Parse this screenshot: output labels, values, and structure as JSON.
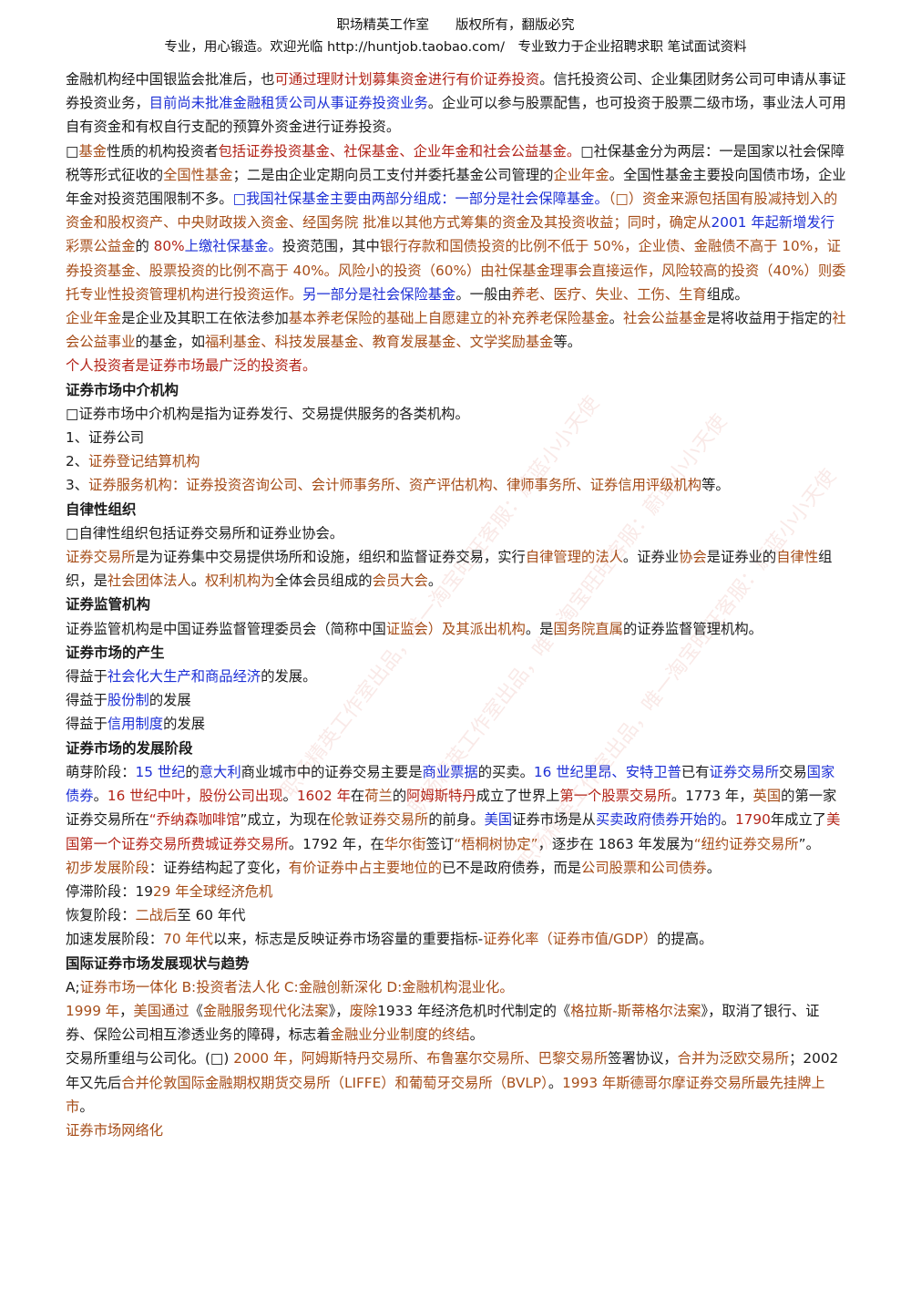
{
  "header": {
    "line1": "职场精英工作室　　版权所有，翻版必究",
    "line2": "专业，用心锻造。欢迎光临 http://huntjob.taobao.com/　专业致力于企业招聘求职 笔试面试资料"
  },
  "watermark": {
    "text": "职场精英工作室出品，唯一淘宝旺旺客服：蔚蓝小小天使"
  },
  "colors": {
    "red": "#b32418",
    "brown": "#a64d18",
    "blue": "#1c2fd6"
  },
  "blocks": [
    {
      "type": "p",
      "runs": [
        [
          "金融机构经中国银监会批准后，也",
          ""
        ],
        [
          "可通过理财计划募集资金进行有价证券投资",
          "red"
        ],
        [
          "。信托投资公司、企业集团财务公司可申请从事证券投资业务，",
          ""
        ],
        [
          "目前尚未批准金融租赁公司从事证券投资业务",
          "blue"
        ],
        [
          "。企业可以参与股票配售，也可投资于股票二级市场，事业法人可用自有资金和有权自行支配的预算外资金进行证券投资。",
          ""
        ]
      ]
    },
    {
      "type": "p",
      "runs": [
        [
          "□",
          ""
        ],
        [
          "基金",
          "brown"
        ],
        [
          "性质的机构投资者",
          ""
        ],
        [
          "包括证券投资基金、社保基金、企业年金和社会公益基金。",
          "red"
        ],
        [
          "□社保基金分为两层：一是国家以社会保障税等形式征收的",
          ""
        ],
        [
          "全国性基金",
          "brown"
        ],
        [
          "；二是由企业定期向员工支付并委托基金公司管理的",
          ""
        ],
        [
          "企业年金",
          "brown"
        ],
        [
          "。全国性基金主要投向国债市场，企业年金对投资范围限制不多。",
          ""
        ],
        [
          "□我国社保基金主要由两部分组成：一部分是社会保障基金。",
          "blue"
        ],
        [
          "（□）资金来源包括国有股减持划入的资金和股权资产、中央财政拨入资金、经国务院 批准以其他方式筹集的资金及其投资收益；同时，确定从",
          "brown"
        ],
        [
          "2001 年起新增发行",
          "blue"
        ],
        [
          "彩票公益金",
          "brown"
        ],
        [
          "的 ",
          ""
        ],
        [
          "80%",
          "red"
        ],
        [
          "上缴社保基金。",
          "blue"
        ],
        [
          "投资范围，其中",
          ""
        ],
        [
          "银行存款和国债投资的比例不低于 50%，企业债、金融债不高于 10%，证券投资基金、股票投资的比例不高于 40%。风险小的投资（60%）由社保基金理事会直接运作，风险较高的投资（40%）则委托专业性投资管理机构进行投资运作。",
          "brown"
        ],
        [
          "另一部分是社会保险基金",
          "blue"
        ],
        [
          "。一般由",
          ""
        ],
        [
          "养老、医疗、失业、工伤、生育",
          "brown"
        ],
        [
          "组成。",
          ""
        ]
      ]
    },
    {
      "type": "p",
      "runs": [
        [
          "企业年金",
          "brown"
        ],
        [
          "是企业及其职工在依法参加",
          ""
        ],
        [
          "基本养老保险的基础上自愿建立的补充养老保险基金",
          "brown"
        ],
        [
          "。",
          ""
        ],
        [
          "社会公益基金",
          "brown"
        ],
        [
          "是将收益用于指定的",
          ""
        ],
        [
          "社会公益事业",
          "brown"
        ],
        [
          "的基金，如",
          ""
        ],
        [
          "福利基金、科技发展基金、教育发展基金、文学奖励基金",
          "brown"
        ],
        [
          "等。",
          ""
        ]
      ]
    },
    {
      "type": "p",
      "runs": [
        [
          "  个人投资者是证券市场最广泛的投资者。",
          "red"
        ]
      ]
    },
    {
      "type": "h",
      "text": "证券市场中介机构"
    },
    {
      "type": "p",
      "runs": [
        [
          "  □证券市场中介机构是指为证券发行、交易提供服务的各类机构。",
          ""
        ]
      ]
    },
    {
      "type": "p",
      "runs": [
        [
          "1、证券公司",
          ""
        ]
      ]
    },
    {
      "type": "p",
      "runs": [
        [
          "2、",
          ""
        ],
        [
          "证券登记结算机构",
          "brown"
        ]
      ]
    },
    {
      "type": "p",
      "runs": [
        [
          "3、",
          ""
        ],
        [
          "证券服务机构：证券投资咨询公司、会计师事务所、资产评估机构、律师事务所、证券信用评级机构",
          "brown"
        ],
        [
          "等。",
          ""
        ]
      ]
    },
    {
      "type": "h",
      "text": "自律性组织"
    },
    {
      "type": "p",
      "runs": [
        [
          "□自律性组织包括证券交易所和证券业协会。",
          ""
        ]
      ]
    },
    {
      "type": "p",
      "runs": [
        [
          "证券交易所",
          "brown"
        ],
        [
          "是为证券集中交易提供场所和设施，组织和监督证券交易，实行",
          ""
        ],
        [
          "自律管理的法人",
          "brown"
        ],
        [
          "。证券业",
          ""
        ],
        [
          "协会",
          "brown"
        ],
        [
          "是证券业的",
          ""
        ],
        [
          "自律性",
          "brown"
        ],
        [
          "组织，是",
          ""
        ],
        [
          "社会团体法人",
          "brown"
        ],
        [
          "。",
          ""
        ],
        [
          "权利机构为",
          "brown"
        ],
        [
          "全体会员组成的",
          ""
        ],
        [
          "会员大会",
          "brown"
        ],
        [
          "。",
          ""
        ]
      ]
    },
    {
      "type": "h",
      "text": "证券监管机构"
    },
    {
      "type": "p",
      "runs": [
        [
          "  证券监管机构是中国证券监督管理委员会（简称中国",
          ""
        ],
        [
          "证监会）及其派出机构",
          "brown"
        ],
        [
          "。是",
          ""
        ],
        [
          "国务院直属",
          "brown"
        ],
        [
          "的证券监督管理机构。",
          ""
        ]
      ]
    },
    {
      "type": "h",
      "text": "证券市场的产生"
    },
    {
      "type": "p",
      "runs": [
        [
          "  得益于",
          ""
        ],
        [
          "社会化大生产和商品经济",
          "blue"
        ],
        [
          "的发展。",
          ""
        ]
      ]
    },
    {
      "type": "p",
      "runs": [
        [
          "  得益于",
          ""
        ],
        [
          "股份制",
          "blue"
        ],
        [
          "的发展",
          ""
        ]
      ]
    },
    {
      "type": "p",
      "runs": [
        [
          "  得益于",
          ""
        ],
        [
          "信用制度",
          "blue"
        ],
        [
          "的发展",
          ""
        ]
      ]
    },
    {
      "type": "h",
      "text": "证券市场的发展阶段"
    },
    {
      "type": "p",
      "runs": [
        [
          "  萌芽阶段：",
          ""
        ],
        [
          "15 世纪",
          "blue"
        ],
        [
          "的",
          ""
        ],
        [
          "意大利",
          "blue"
        ],
        [
          "商业城市中的证券交易主要是",
          ""
        ],
        [
          "商业票据",
          "blue"
        ],
        [
          "的买卖。",
          ""
        ],
        [
          "16 世纪里昂、安特卫普",
          "blue"
        ],
        [
          "已有",
          ""
        ],
        [
          "证券交易所",
          "blue"
        ],
        [
          "交易",
          ""
        ],
        [
          "国家债券",
          "blue"
        ],
        [
          "。",
          ""
        ],
        [
          "16 世纪中叶，股份公司出现",
          "red"
        ],
        [
          "。",
          ""
        ],
        [
          "1602 年",
          "red"
        ],
        [
          "在",
          ""
        ],
        [
          "荷兰",
          "brown"
        ],
        [
          "的",
          ""
        ],
        [
          "阿姆斯特丹",
          "red"
        ],
        [
          "成立了世界上",
          ""
        ],
        [
          "第一个股票交易所",
          "red"
        ],
        [
          "。1773 年，",
          ""
        ],
        [
          "英国",
          "brown"
        ],
        [
          "的第一家证券交易所在",
          ""
        ],
        [
          "“乔纳森咖啡馆",
          "red"
        ],
        [
          "”成立，为现在",
          ""
        ],
        [
          "伦敦证券交易所",
          "brown"
        ],
        [
          "的前身。",
          ""
        ],
        [
          "美国",
          "blue"
        ],
        [
          "证券市场是从",
          ""
        ],
        [
          "买卖政府债券开始的",
          "blue"
        ],
        [
          "。",
          ""
        ],
        [
          "1790",
          "red"
        ],
        [
          "年成立了",
          ""
        ],
        [
          "美国第一个证券交易所费城证券交易所",
          "red"
        ],
        [
          "。1792 年，在",
          ""
        ],
        [
          "华尔街",
          "brown"
        ],
        [
          "签订",
          ""
        ],
        [
          "“梧桐树协定”",
          "brown"
        ],
        [
          "，逐步在 1863 年发展为",
          ""
        ],
        [
          "“纽约证券交易所",
          "brown"
        ],
        [
          "”。",
          ""
        ]
      ]
    },
    {
      "type": "p",
      "runs": [
        [
          "  初步发展阶段",
          "brown"
        ],
        [
          "：证券结构起了变化，",
          ""
        ],
        [
          "有价证券中占主要地位的",
          "brown"
        ],
        [
          "已不是政府债券，而是",
          ""
        ],
        [
          "公司股票和公司债券",
          "brown"
        ],
        [
          "。",
          ""
        ]
      ]
    },
    {
      "type": "p",
      "runs": [
        [
          "  停滞阶段：19",
          ""
        ],
        [
          "29 年全球经济危机",
          "brown"
        ]
      ]
    },
    {
      "type": "p",
      "runs": [
        [
          "  恢复阶段：",
          ""
        ],
        [
          "二战后",
          "brown"
        ],
        [
          "至 60 年代",
          ""
        ]
      ]
    },
    {
      "type": "p",
      "runs": [
        [
          "  加速发展阶段：",
          ""
        ],
        [
          "70 年代",
          "brown"
        ],
        [
          "以来，标志是反映证券市场容量的重要指标-",
          ""
        ],
        [
          "证券化率（证券市值/GDP）",
          "brown"
        ],
        [
          "的提高。",
          ""
        ]
      ]
    },
    {
      "type": "h",
      "text": "国际证券市场发展现状与趋势"
    },
    {
      "type": "p",
      "runs": [
        [
          "A;",
          ""
        ],
        [
          "证券市场一体化 B:投资者法人化 C:金融创新深化 D:金融机构混业化。",
          "brown"
        ]
      ]
    },
    {
      "type": "p",
      "runs": [
        [
          "1999 年",
          "brown"
        ],
        [
          "，",
          ""
        ],
        [
          "美国通过",
          "brown"
        ],
        [
          "《",
          ""
        ],
        [
          "金融服务现代化法案",
          "brown"
        ],
        [
          "》，",
          ""
        ],
        [
          "废除",
          "brown"
        ],
        [
          "1933 年经济危机时代制定的《",
          ""
        ],
        [
          "格拉斯-斯蒂格尔法案",
          "brown"
        ],
        [
          "》，取消了银行、证券、保险公司相互渗透业务的障碍，标志着",
          ""
        ],
        [
          "金融业分业制度的终结",
          "brown"
        ],
        [
          "。",
          ""
        ]
      ]
    },
    {
      "type": "p",
      "runs": [
        [
          "  交易所重组与公司化。(□) ",
          ""
        ],
        [
          "2000 年",
          "brown"
        ],
        [
          "，阿姆斯特丹交易所、布鲁塞尔交易所、巴黎交易所",
          "brown"
        ],
        [
          "签署协议，",
          ""
        ],
        [
          "合并为泛欧交易所",
          "brown"
        ],
        [
          "；2002 年又先后",
          ""
        ],
        [
          "合并伦敦国际金融期权期货交易所（LIFFE）和葡萄牙交易所（BVLP）",
          "brown"
        ],
        [
          "。",
          ""
        ],
        [
          "1993 年斯德哥尔摩证券交易所最先挂牌上市",
          "brown"
        ],
        [
          "。",
          ""
        ]
      ]
    },
    {
      "type": "p",
      "runs": [
        [
          "  证券市场网络化",
          "brown"
        ]
      ]
    }
  ]
}
